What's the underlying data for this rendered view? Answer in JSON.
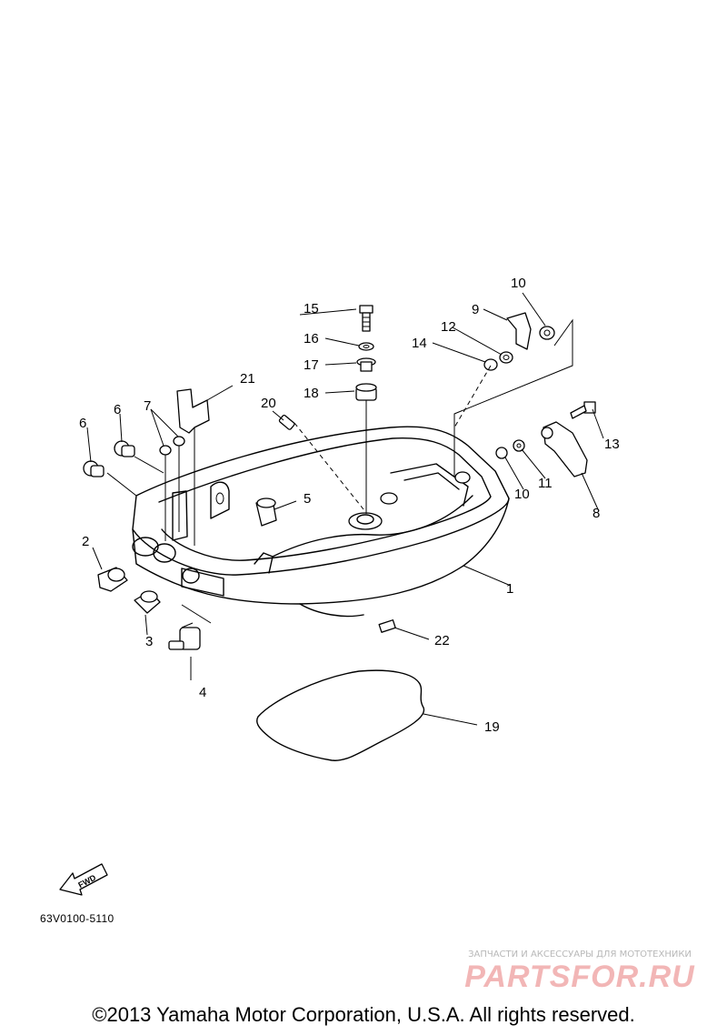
{
  "diagram": {
    "parts": [
      {
        "id": "p1",
        "label": "1"
      },
      {
        "id": "p2",
        "label": "2"
      },
      {
        "id": "p3",
        "label": "3"
      },
      {
        "id": "p4",
        "label": "4"
      },
      {
        "id": "p5",
        "label": "5"
      },
      {
        "id": "p6a",
        "label": "6"
      },
      {
        "id": "p6b",
        "label": "6"
      },
      {
        "id": "p7",
        "label": "7"
      },
      {
        "id": "p8",
        "label": "8"
      },
      {
        "id": "p9",
        "label": "9"
      },
      {
        "id": "p10a",
        "label": "10"
      },
      {
        "id": "p10b",
        "label": "10"
      },
      {
        "id": "p11",
        "label": "11"
      },
      {
        "id": "p12",
        "label": "12"
      },
      {
        "id": "p13",
        "label": "13"
      },
      {
        "id": "p14",
        "label": "14"
      },
      {
        "id": "p15",
        "label": "15"
      },
      {
        "id": "p16",
        "label": "16"
      },
      {
        "id": "p17",
        "label": "17"
      },
      {
        "id": "p18",
        "label": "18"
      },
      {
        "id": "p19",
        "label": "19"
      },
      {
        "id": "p20",
        "label": "20"
      },
      {
        "id": "p21",
        "label": "21"
      },
      {
        "id": "p22",
        "label": "22"
      }
    ],
    "fwd_label": "FWD",
    "drawing_number": "63V0100-5110"
  },
  "watermark": {
    "tagline": "ЗАПЧАСТИ И АКСЕССУАРЫ ДЛЯ МОТОТЕХНИКИ",
    "logo": "PARTSFOR.RU",
    "color": "#f2b6b6"
  },
  "footer": {
    "copyright": "©2013 Yamaha Motor Corporation, U.S.A. All rights reserved."
  }
}
